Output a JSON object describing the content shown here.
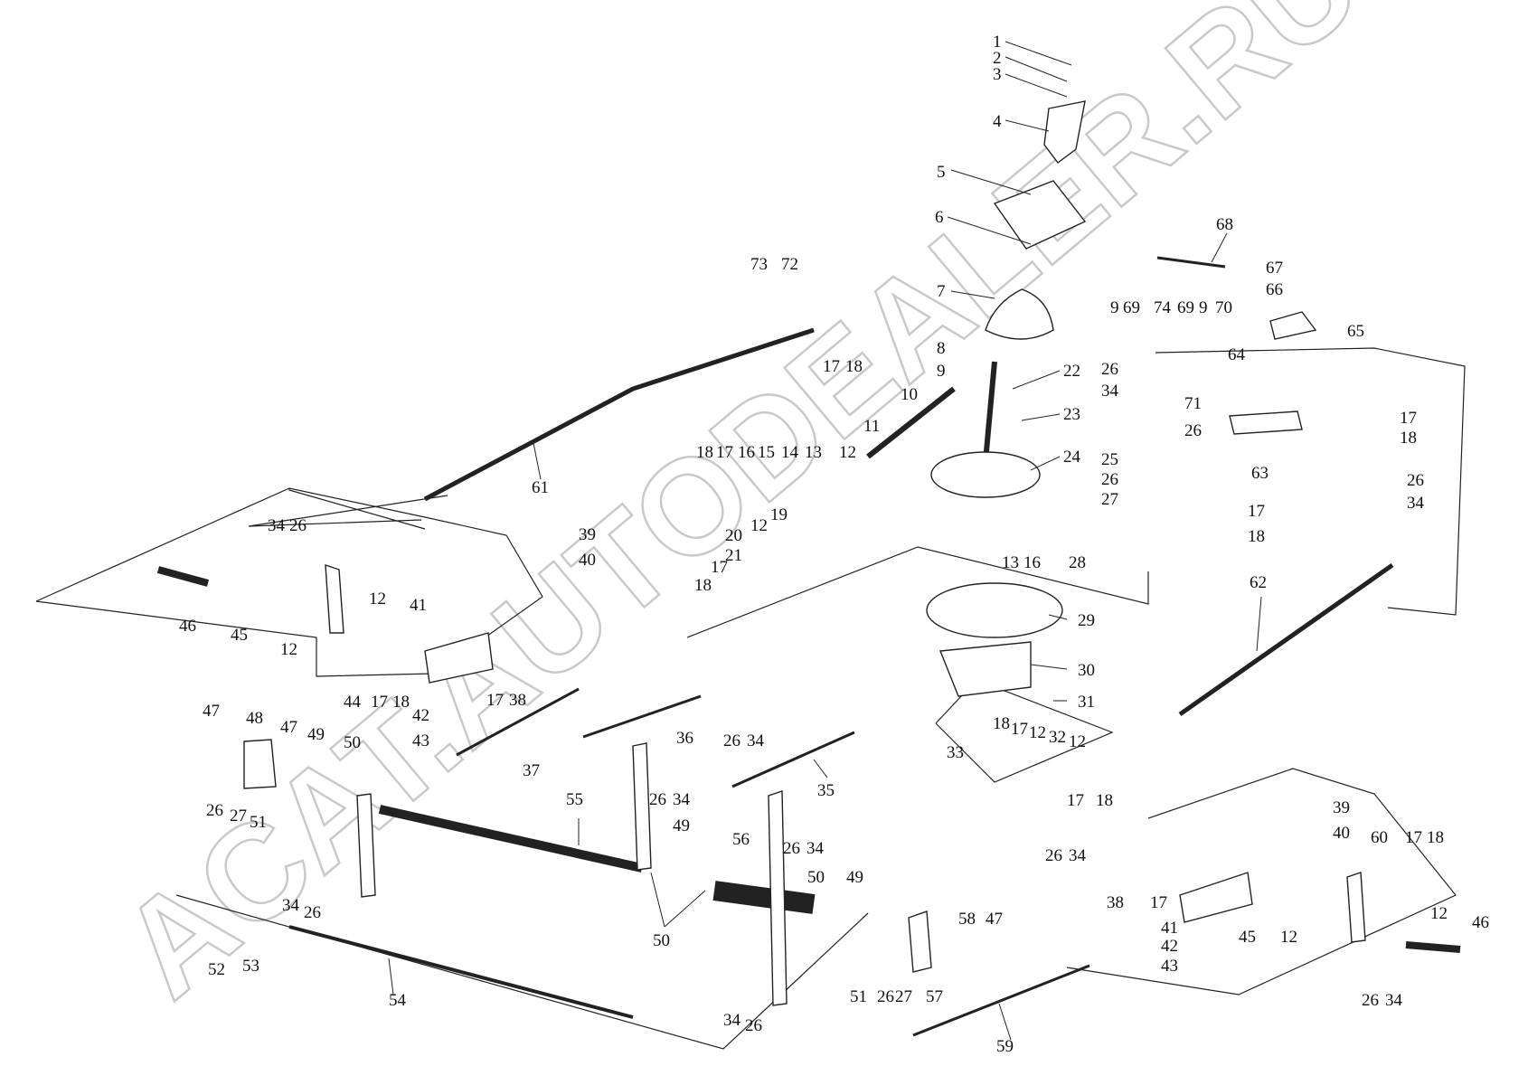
{
  "watermark": {
    "text": "ACAT.AUTODEALER.RU"
  },
  "callouts": [
    {
      "id": "c1",
      "label": "1"
    },
    {
      "id": "c2",
      "label": "2"
    },
    {
      "id": "c3",
      "label": "3"
    },
    {
      "id": "c4",
      "label": "4"
    },
    {
      "id": "c5",
      "label": "5"
    },
    {
      "id": "c6",
      "label": "6"
    },
    {
      "id": "c7",
      "label": "7"
    },
    {
      "id": "c8",
      "label": "8"
    },
    {
      "id": "c9",
      "label": "9"
    },
    {
      "id": "c10",
      "label": "10"
    },
    {
      "id": "c11",
      "label": "11"
    },
    {
      "id": "c12",
      "label": "12"
    },
    {
      "id": "c13",
      "label": "13"
    },
    {
      "id": "c14",
      "label": "14"
    },
    {
      "id": "c15",
      "label": "15"
    },
    {
      "id": "c16",
      "label": "16"
    },
    {
      "id": "c17",
      "label": "17"
    },
    {
      "id": "c18",
      "label": "18"
    },
    {
      "id": "c12b",
      "label": "12"
    },
    {
      "id": "c19",
      "label": "19"
    },
    {
      "id": "c20",
      "label": "20"
    },
    {
      "id": "c21",
      "label": "21"
    },
    {
      "id": "c17b",
      "label": "17"
    },
    {
      "id": "c18b",
      "label": "18"
    },
    {
      "id": "c22",
      "label": "22"
    },
    {
      "id": "c23",
      "label": "23"
    },
    {
      "id": "c24",
      "label": "24"
    },
    {
      "id": "c13b",
      "label": "13"
    },
    {
      "id": "c16b",
      "label": "16"
    },
    {
      "id": "c28",
      "label": "28"
    },
    {
      "id": "c25",
      "label": "25"
    },
    {
      "id": "c26",
      "label": "26"
    },
    {
      "id": "c27",
      "label": "27"
    },
    {
      "id": "c29",
      "label": "29"
    },
    {
      "id": "c30",
      "label": "30"
    },
    {
      "id": "c31",
      "label": "31"
    },
    {
      "id": "c73",
      "label": "73"
    },
    {
      "id": "c72",
      "label": "72"
    },
    {
      "id": "c17c",
      "label": "17"
    },
    {
      "id": "c18c",
      "label": "18"
    },
    {
      "id": "c61",
      "label": "61"
    },
    {
      "id": "c68",
      "label": "68"
    },
    {
      "id": "c67",
      "label": "67"
    },
    {
      "id": "c66",
      "label": "66"
    },
    {
      "id": "c9b",
      "label": "9"
    },
    {
      "id": "c69",
      "label": "69"
    },
    {
      "id": "c74",
      "label": "74"
    },
    {
      "id": "c69b",
      "label": "69"
    },
    {
      "id": "c9c",
      "label": "9"
    },
    {
      "id": "c70",
      "label": "70"
    },
    {
      "id": "c65",
      "label": "65"
    },
    {
      "id": "c64",
      "label": "64"
    },
    {
      "id": "c26b",
      "label": "26"
    },
    {
      "id": "c34",
      "label": "34"
    },
    {
      "id": "c71",
      "label": "71"
    },
    {
      "id": "c26c",
      "label": "26"
    },
    {
      "id": "c17d",
      "label": "17"
    },
    {
      "id": "c18d",
      "label": "18"
    },
    {
      "id": "c63",
      "label": "63"
    },
    {
      "id": "c26d",
      "label": "26"
    },
    {
      "id": "c34b",
      "label": "34"
    },
    {
      "id": "c17e",
      "label": "17"
    },
    {
      "id": "c18e",
      "label": "18"
    },
    {
      "id": "c62",
      "label": "62"
    },
    {
      "id": "c34c",
      "label": "34"
    },
    {
      "id": "c26e",
      "label": "26"
    },
    {
      "id": "c39",
      "label": "39"
    },
    {
      "id": "c40",
      "label": "40"
    },
    {
      "id": "c46",
      "label": "46"
    },
    {
      "id": "c45",
      "label": "45"
    },
    {
      "id": "c12c",
      "label": "12"
    },
    {
      "id": "c12d",
      "label": "12"
    },
    {
      "id": "c41",
      "label": "41"
    },
    {
      "id": "c44",
      "label": "44"
    },
    {
      "id": "c17f",
      "label": "17"
    },
    {
      "id": "c18f",
      "label": "18"
    },
    {
      "id": "c17g",
      "label": "17"
    },
    {
      "id": "c38",
      "label": "38"
    },
    {
      "id": "c42",
      "label": "42"
    },
    {
      "id": "c43",
      "label": "43"
    },
    {
      "id": "c37",
      "label": "37"
    },
    {
      "id": "c36",
      "label": "36"
    },
    {
      "id": "c26f",
      "label": "26"
    },
    {
      "id": "c34d",
      "label": "34"
    },
    {
      "id": "c18g",
      "label": "18"
    },
    {
      "id": "c17h",
      "label": "17"
    },
    {
      "id": "c12e",
      "label": "12"
    },
    {
      "id": "c32",
      "label": "32"
    },
    {
      "id": "c12f",
      "label": "12"
    },
    {
      "id": "c33",
      "label": "33"
    },
    {
      "id": "c18h",
      "label": "18"
    },
    {
      "id": "c17i",
      "label": "17"
    },
    {
      "id": "c26g",
      "label": "26"
    },
    {
      "id": "c34e",
      "label": "34"
    },
    {
      "id": "c47",
      "label": "47"
    },
    {
      "id": "c48",
      "label": "48"
    },
    {
      "id": "c47b",
      "label": "47"
    },
    {
      "id": "c49",
      "label": "49"
    },
    {
      "id": "c50",
      "label": "50"
    },
    {
      "id": "c26h",
      "label": "26"
    },
    {
      "id": "c27b",
      "label": "27"
    },
    {
      "id": "c51",
      "label": "51"
    },
    {
      "id": "c55",
      "label": "55"
    },
    {
      "id": "c26i",
      "label": "26"
    },
    {
      "id": "c34f",
      "label": "34"
    },
    {
      "id": "c35",
      "label": "35"
    },
    {
      "id": "c26j",
      "label": "26"
    },
    {
      "id": "c34g",
      "label": "34"
    },
    {
      "id": "c49b",
      "label": "49"
    },
    {
      "id": "c56",
      "label": "56"
    },
    {
      "id": "c50b",
      "label": "50"
    },
    {
      "id": "c49c",
      "label": "49"
    },
    {
      "id": "c50c",
      "label": "50"
    },
    {
      "id": "c34h",
      "label": "34"
    },
    {
      "id": "c26k",
      "label": "26"
    },
    {
      "id": "c52",
      "label": "52"
    },
    {
      "id": "c53",
      "label": "53"
    },
    {
      "id": "c54",
      "label": "54"
    },
    {
      "id": "c58",
      "label": "58"
    },
    {
      "id": "c47c",
      "label": "47"
    },
    {
      "id": "c51b",
      "label": "51"
    },
    {
      "id": "c26l",
      "label": "26"
    },
    {
      "id": "c27c",
      "label": "27"
    },
    {
      "id": "c57",
      "label": "57"
    },
    {
      "id": "c34i",
      "label": "34"
    },
    {
      "id": "c26m",
      "label": "26"
    },
    {
      "id": "c59",
      "label": "59"
    },
    {
      "id": "c39b",
      "label": "39"
    },
    {
      "id": "c40b",
      "label": "40"
    },
    {
      "id": "c60",
      "label": "60"
    },
    {
      "id": "c17j",
      "label": "17"
    },
    {
      "id": "c18i",
      "label": "18"
    },
    {
      "id": "c38b",
      "label": "38"
    },
    {
      "id": "c17k",
      "label": "17"
    },
    {
      "id": "c41b",
      "label": "41"
    },
    {
      "id": "c45b",
      "label": "45"
    },
    {
      "id": "c12g",
      "label": "12"
    },
    {
      "id": "c12h",
      "label": "12"
    },
    {
      "id": "c46b",
      "label": "46"
    },
    {
      "id": "c42b",
      "label": "42"
    },
    {
      "id": "c43b",
      "label": "43"
    },
    {
      "id": "c26n",
      "label": "26"
    },
    {
      "id": "c34j",
      "label": "34"
    }
  ]
}
